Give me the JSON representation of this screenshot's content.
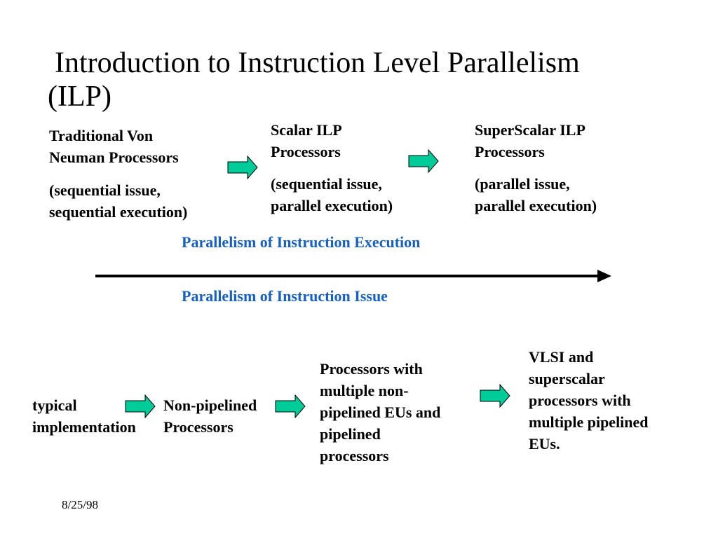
{
  "slide": {
    "title_line1": "Introduction to Instruction Level Parallelism",
    "title_line2": "(ILP)"
  },
  "top_row": [
    {
      "name": "Traditional Von",
      "name2": "Neuman Processors",
      "desc1": "(sequential issue,",
      "desc2": "sequential execution)"
    },
    {
      "name": "Scalar ILP",
      "name2": "Processors",
      "desc1": "(sequential issue,",
      "desc2": "parallel execution)"
    },
    {
      "name": "SuperScalar ILP",
      "name2": "Processors",
      "desc1": "(parallel issue,",
      "desc2": "parallel execution)"
    }
  ],
  "axis": {
    "upper_label": "Parallelism of  Instruction Execution",
    "lower_label": "Parallelism of  Instruction Issue"
  },
  "bottom_row": {
    "typical1": "typical",
    "typical2": "implementation",
    "nonpipe1": "Non-pipelined",
    "nonpipe2": "Processors",
    "multi": [
      "Processors with",
      "multiple non-",
      "pipelined EUs and",
      "pipelined",
      "processors"
    ],
    "vlsi": [
      "VLSI and",
      "superscalar",
      "processors with",
      "multiple pipelined",
      "EUs."
    ]
  },
  "footer": {
    "date": "8/25/98"
  },
  "colors": {
    "arrow_fill": "#00cc99",
    "axis_text": "#1560c8"
  }
}
